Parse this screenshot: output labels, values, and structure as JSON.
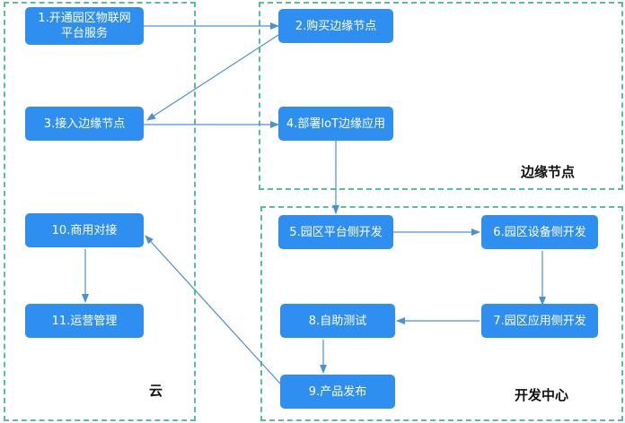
{
  "regions": {
    "cloud": "云",
    "edge": "边缘节点",
    "devcenter": "开发中心"
  },
  "nodes": {
    "n1": "1.开通园区物联网\n平台服务",
    "n2": "2.购买边缘节点",
    "n3": "3.接入边缘节点",
    "n4": "4.部署IoT边缘应用",
    "n5": "5.园区平台侧开发",
    "n6": "6.园区设备侧开发",
    "n7": "7.园区应用侧开发",
    "n8": "8.自助测试",
    "n9": "9.产品发布",
    "n10": "10.商用对接",
    "n11": "11.运营管理"
  },
  "colors": {
    "node_fill": "#2e8ff0",
    "arrow": "#4a90d9",
    "region_border": "#5cbf93"
  }
}
